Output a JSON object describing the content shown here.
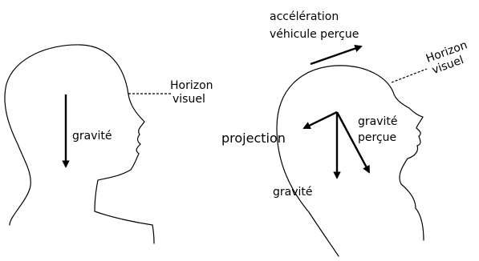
{
  "left_figure": {
    "horizon_label": [
      "Horizon",
      "visuel"
    ],
    "gravity_label": "gravité"
  },
  "right_figure": {
    "acceleration_label": [
      "accélération",
      "véhicule perçue"
    ],
    "horizon_label": [
      "Horizon",
      "visuel"
    ],
    "projection_label": "projection",
    "perceived_gravity_label": [
      "gravité",
      "perçue"
    ],
    "gravity_label": "gravité"
  },
  "colors": {
    "stroke": "#000000",
    "background": "#ffffff"
  }
}
